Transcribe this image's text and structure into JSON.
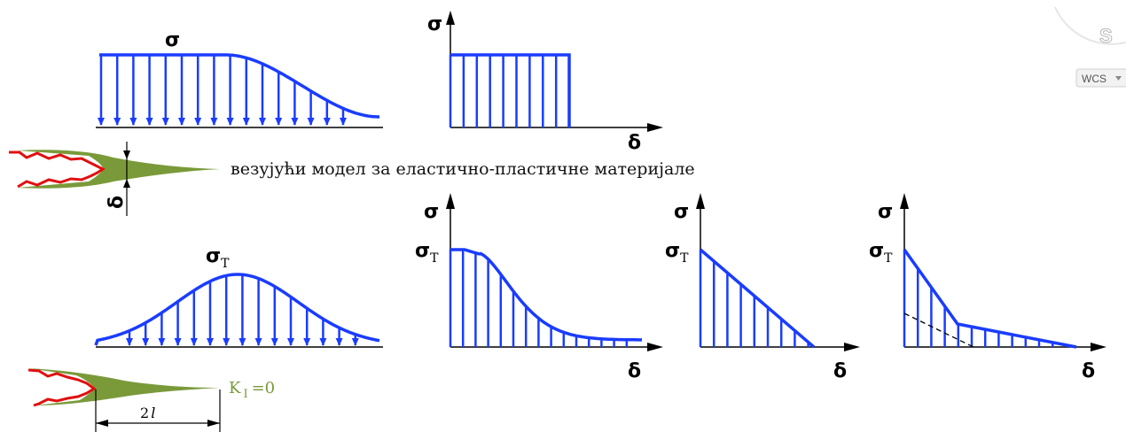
{
  "symbols": {
    "sigma": "σ",
    "delta": "δ",
    "sigma_T_base": "σ",
    "sigma_T_sub": "T"
  },
  "caption": "везујући модел за еластично-пластичне материјале",
  "crack_tip_label": {
    "k": "K",
    "sub": "I",
    "eq": "=0"
  },
  "dimension_label": {
    "num": "2",
    "var": "l"
  },
  "navcube": {
    "face_letter": "S",
    "wcs_label": "WCS"
  },
  "colors": {
    "stress": "#1a3cff",
    "crack_fill": "#7a9a3a",
    "crack_edge": "#e01010",
    "axis": "#000000"
  }
}
